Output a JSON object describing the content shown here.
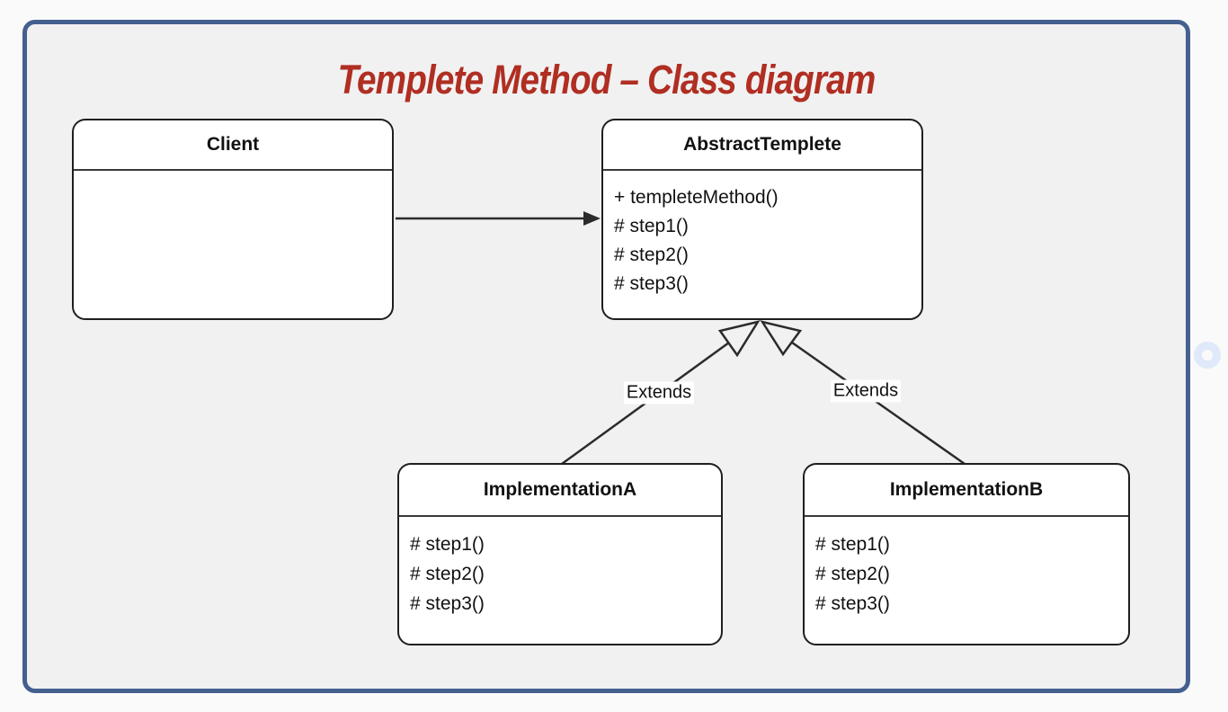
{
  "title": "Templete Method – Class diagram",
  "colors": {
    "title_red": "#b02e22",
    "frame_border_blue": "#44608f",
    "canvas_gray": "#f1f1f1",
    "box_fill": "#ffffff",
    "line_black": "#2b2b2b"
  },
  "classes": [
    {
      "name": "Client",
      "methods": []
    },
    {
      "name": "AbstractTemplete",
      "methods": [
        "+ templeteMethod()",
        "# step1()",
        "# step2()",
        "# step3()"
      ]
    },
    {
      "name": "ImplementationA",
      "methods": [
        "# step1()",
        "# step2()",
        "# step3()"
      ]
    },
    {
      "name": "ImplementationB",
      "methods": [
        "# step1()",
        "# step2()",
        "# step3()"
      ]
    }
  ],
  "relationships": [
    {
      "from": "Client",
      "to": "AbstractTemplete",
      "type": "association"
    },
    {
      "from": "ImplementationA",
      "to": "AbstractTemplete",
      "type": "generalization",
      "label": "Extends"
    },
    {
      "from": "ImplementationB",
      "to": "AbstractTemplete",
      "type": "generalization",
      "label": "Extends"
    }
  ]
}
